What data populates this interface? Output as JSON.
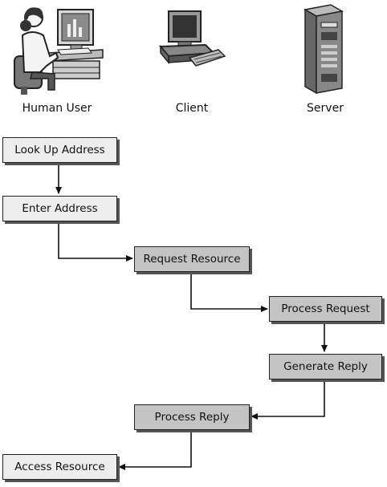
{
  "actors": [
    {
      "key": "human",
      "label": "Human User",
      "icon": "human-user-at-computer-icon"
    },
    {
      "key": "client",
      "label": "Client",
      "icon": "desktop-computer-icon"
    },
    {
      "key": "server",
      "label": "Server",
      "icon": "server-rack-icon"
    }
  ],
  "steps": [
    {
      "label": "Look Up Address",
      "actor": "Human User"
    },
    {
      "label": "Enter Address",
      "actor": "Human User"
    },
    {
      "label": "Request Resource",
      "actor": "Client"
    },
    {
      "label": "Process Request",
      "actor": "Server"
    },
    {
      "label": "Generate Reply",
      "actor": "Server"
    },
    {
      "label": "Process Reply",
      "actor": "Client"
    },
    {
      "label": "Access Resource",
      "actor": "Human User"
    }
  ],
  "colors": {
    "human_box": "#ededed",
    "client_box": "#c4c4c4",
    "server_box": "#c4c4c4",
    "line": "#111111"
  }
}
